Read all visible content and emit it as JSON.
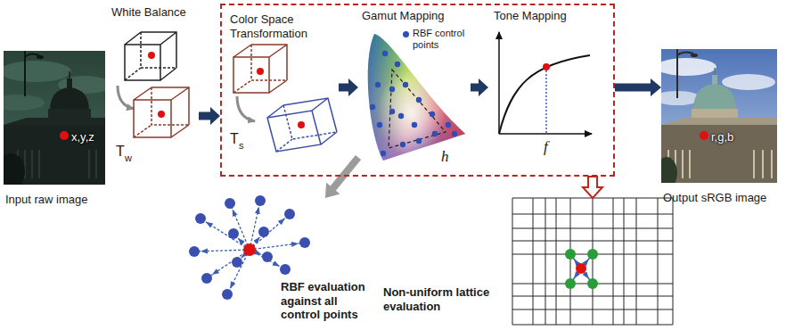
{
  "diagram": {
    "nodes": [
      {
        "text": [
          "x,y,z",
          "Input raw image"
        ]
      },
      {
        "text": [
          "White Balance",
          "T",
          "w"
        ]
      },
      {
        "text": []
      },
      {
        "text": [
          "Color Space Transformation",
          "T",
          "s"
        ],
        "in": 2
      },
      {
        "text": [
          "Gamut Mapping",
          "h"
        ],
        "in": 2
      },
      {
        "text": [
          "Tone Mapping",
          "f"
        ],
        "in": 2
      },
      {
        "text": [
          "r,g,b",
          "Output sRGB image"
        ]
      },
      {
        "text": [
          "RBF evaluation against all control points"
        ]
      },
      {
        "text": [
          "Non-uniform lattice evaluation"
        ]
      }
    ],
    "edges": [
      {
        "from": 1,
        "to": 2,
        "arrow": "to"
      },
      {
        "from": 3,
        "to": 4,
        "arrow": "to"
      },
      {
        "from": 4,
        "to": 5,
        "arrow": "to"
      },
      {
        "from": 2,
        "to": 6,
        "arrow": "to"
      },
      {
        "from": 4,
        "to": 7,
        "arrow": "to"
      },
      {
        "from": 2,
        "to": 8,
        "arrow": "to"
      }
    ],
    "legend": [
      {
        "text": "RBF control points",
        "color": "#2e4fb5"
      }
    ]
  }
}
